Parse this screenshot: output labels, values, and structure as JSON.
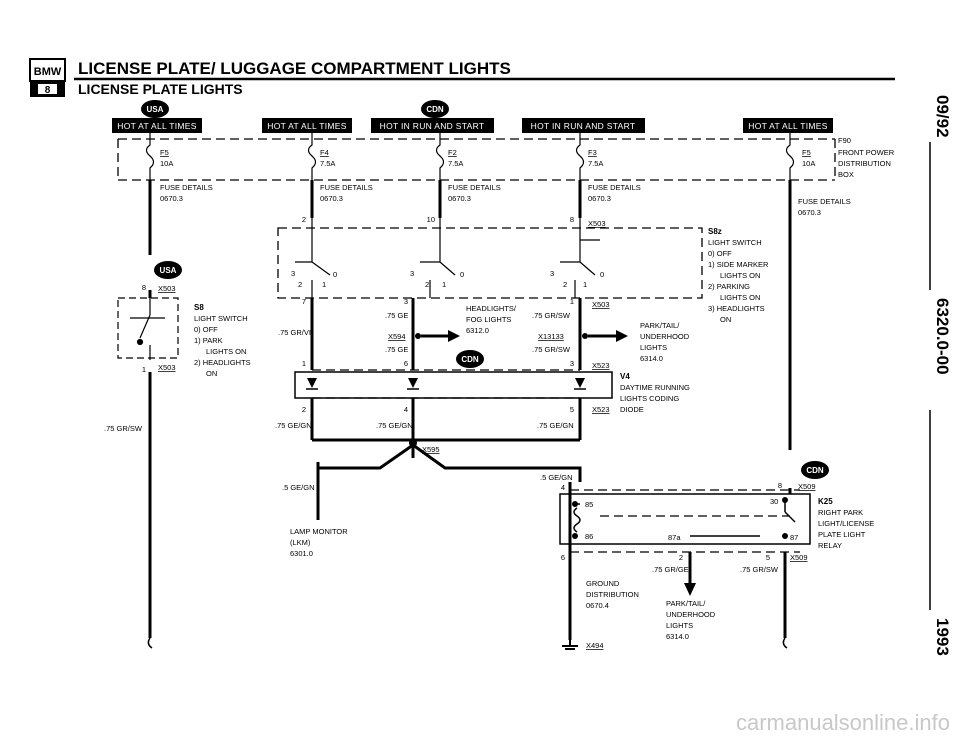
{
  "header": {
    "logo_text": "BMW",
    "series_badge": "8",
    "title": "LICENSE PLATE/ LUGGAGE COMPARTMENT LIGHTS",
    "subtitle": "LICENSE PLATE LIGHTS"
  },
  "side_labels": {
    "top": "09/92",
    "middle": "6320.0-00",
    "bottom": "1993"
  },
  "badges": {
    "usa": "USA",
    "cdn": "CDN"
  },
  "power_bars": {
    "hot_at_all_times": "HOT AT ALL TIMES",
    "hot_in_run_and_start": "HOT IN RUN AND START"
  },
  "fuses": {
    "f5": {
      "name": "F5",
      "rating": "10A"
    },
    "f4": {
      "name": "F4",
      "rating": "7.5A"
    },
    "f2": {
      "name": "F2",
      "rating": "7.5A"
    },
    "f3": {
      "name": "F3",
      "rating": "7.5A"
    },
    "f5r": {
      "name": "F5",
      "rating": "10A"
    }
  },
  "fuse_details": {
    "label": "FUSE DETAILS",
    "ref": "0670.3"
  },
  "f90": {
    "id": "F90",
    "line1": "FRONT POWER",
    "line2": "DISTRIBUTION",
    "line3": "BOX"
  },
  "s8_left": {
    "connector": "X503",
    "id": "S8",
    "name": "LIGHT SWITCH",
    "pos0": "0)  OFF",
    "pos1": "1)  PARK",
    "pos1b": "LIGHTS ON",
    "pos2": "2)  HEADLIGHTS",
    "pos2b": "ON"
  },
  "s8_right": {
    "id": "S8z",
    "name": "LIGHT SWITCH",
    "pos0": "0)  OFF",
    "pos1": "1)  SIDE MARKER",
    "pos1b": "LIGHTS ON",
    "pos2": "2)  PARKING",
    "pos2b": "LIGHTS ON",
    "pos3": "3)  HEADLIGHTS",
    "pos3b": "ON"
  },
  "connectors": {
    "x503": "X503",
    "x594": "X594",
    "x13133": "X13133",
    "x523": "X523",
    "x595": "X595",
    "x509": "X509",
    "x494": "X494"
  },
  "wires": {
    "gr_sw": ".75 GR/SW",
    "gr_vi": ".75 GR/VI",
    "ge": ".75 GE",
    "ge_gn": ".75 GE/GN",
    "ge_gn_5": ".5 GE/GN",
    "gr_ge": ".75 GR/GE"
  },
  "modules": {
    "headlights_fog": {
      "line1": "HEADLIGHTS/",
      "line2": "FOG LIGHTS",
      "ref": "6312.0"
    },
    "park_tail_upper": {
      "line1": "PARK/TAIL/",
      "line2": "UNDERHOOD",
      "line3": "LIGHTS",
      "ref": "6314.0"
    },
    "v4": {
      "id": "V4",
      "line1": "DAYTIME RUNNING",
      "line2": "LIGHTS CODING",
      "line3": "DIODE"
    },
    "lamp_monitor": {
      "line1": "LAMP MONITOR",
      "line2": "(LKM)",
      "ref": "6301.0"
    },
    "k25": {
      "id": "K25",
      "line1": "RIGHT PARK",
      "line2": "LIGHT/LICENSE",
      "line3": "PLATE LIGHT",
      "line4": "RELAY"
    },
    "ground": {
      "line1": "GROUND",
      "line2": "DISTRIBUTION",
      "ref": "0670.4"
    },
    "park_tail_lower": {
      "line1": "PARK/TAIL/",
      "line2": "UNDERHOOD",
      "line3": "LIGHTS",
      "ref": "6314.0"
    }
  },
  "pins": {
    "p1": "1",
    "p2": "2",
    "p3": "3",
    "p4": "4",
    "p5": "5",
    "p6": "6",
    "p7": "7",
    "p8": "8",
    "p10": "10",
    "p30": "30",
    "p85": "85",
    "p86": "86",
    "p87": "87",
    "p87a": "87a",
    "p0": "0"
  },
  "watermark": "carmanualsonline.info"
}
